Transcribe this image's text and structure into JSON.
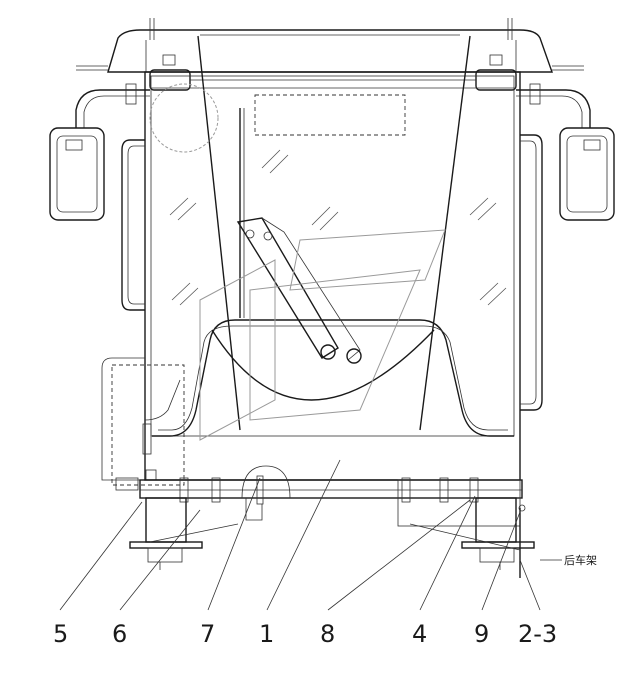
{
  "callouts": [
    {
      "id": "5",
      "label": "5"
    },
    {
      "id": "6",
      "label": "6"
    },
    {
      "id": "7",
      "label": "7"
    },
    {
      "id": "1",
      "label": "1"
    },
    {
      "id": "8",
      "label": "8"
    },
    {
      "id": "4",
      "label": "4"
    },
    {
      "id": "9",
      "label": "9"
    },
    {
      "id": "2-3",
      "label": "2-3"
    }
  ],
  "rear_frame_label": "后车架",
  "colors": {
    "line": "#1a1a1a",
    "watermark": "#9a9a9a",
    "background": "#ffffff"
  }
}
